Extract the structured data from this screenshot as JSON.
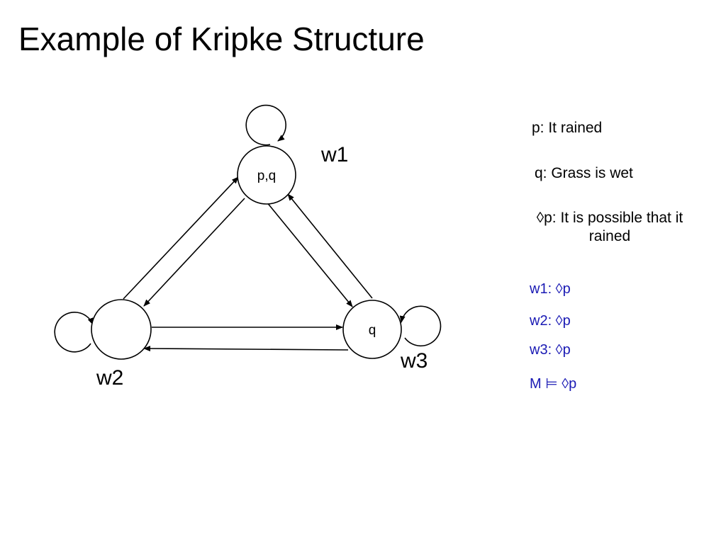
{
  "slide": {
    "title": "Example of Kripke Structure"
  },
  "worlds": [
    {
      "id": "w1",
      "name": "w1",
      "label": "p,q"
    },
    {
      "id": "w2",
      "name": "w2",
      "label": ""
    },
    {
      "id": "w3",
      "name": "w3",
      "label": "q"
    }
  ],
  "relations": [
    {
      "from": "w1",
      "to": "w1"
    },
    {
      "from": "w2",
      "to": "w2"
    },
    {
      "from": "w3",
      "to": "w3"
    },
    {
      "from": "w1",
      "to": "w2"
    },
    {
      "from": "w2",
      "to": "w1"
    },
    {
      "from": "w1",
      "to": "w3"
    },
    {
      "from": "w3",
      "to": "w1"
    },
    {
      "from": "w2",
      "to": "w3"
    },
    {
      "from": "w3",
      "to": "w2"
    }
  ],
  "legend": {
    "p": "p: It rained",
    "q": "q: Grass is wet",
    "diamond_p": "◊p: It is possible that it rained"
  },
  "facts": {
    "w1": "w1: ◊p",
    "w2": "w2: ◊p",
    "w3": "w3: ◊p",
    "m": "M ⊨ ◊p"
  },
  "colors": {
    "facts_text": "#1a1ab4",
    "diagram_stroke": "#000000"
  }
}
